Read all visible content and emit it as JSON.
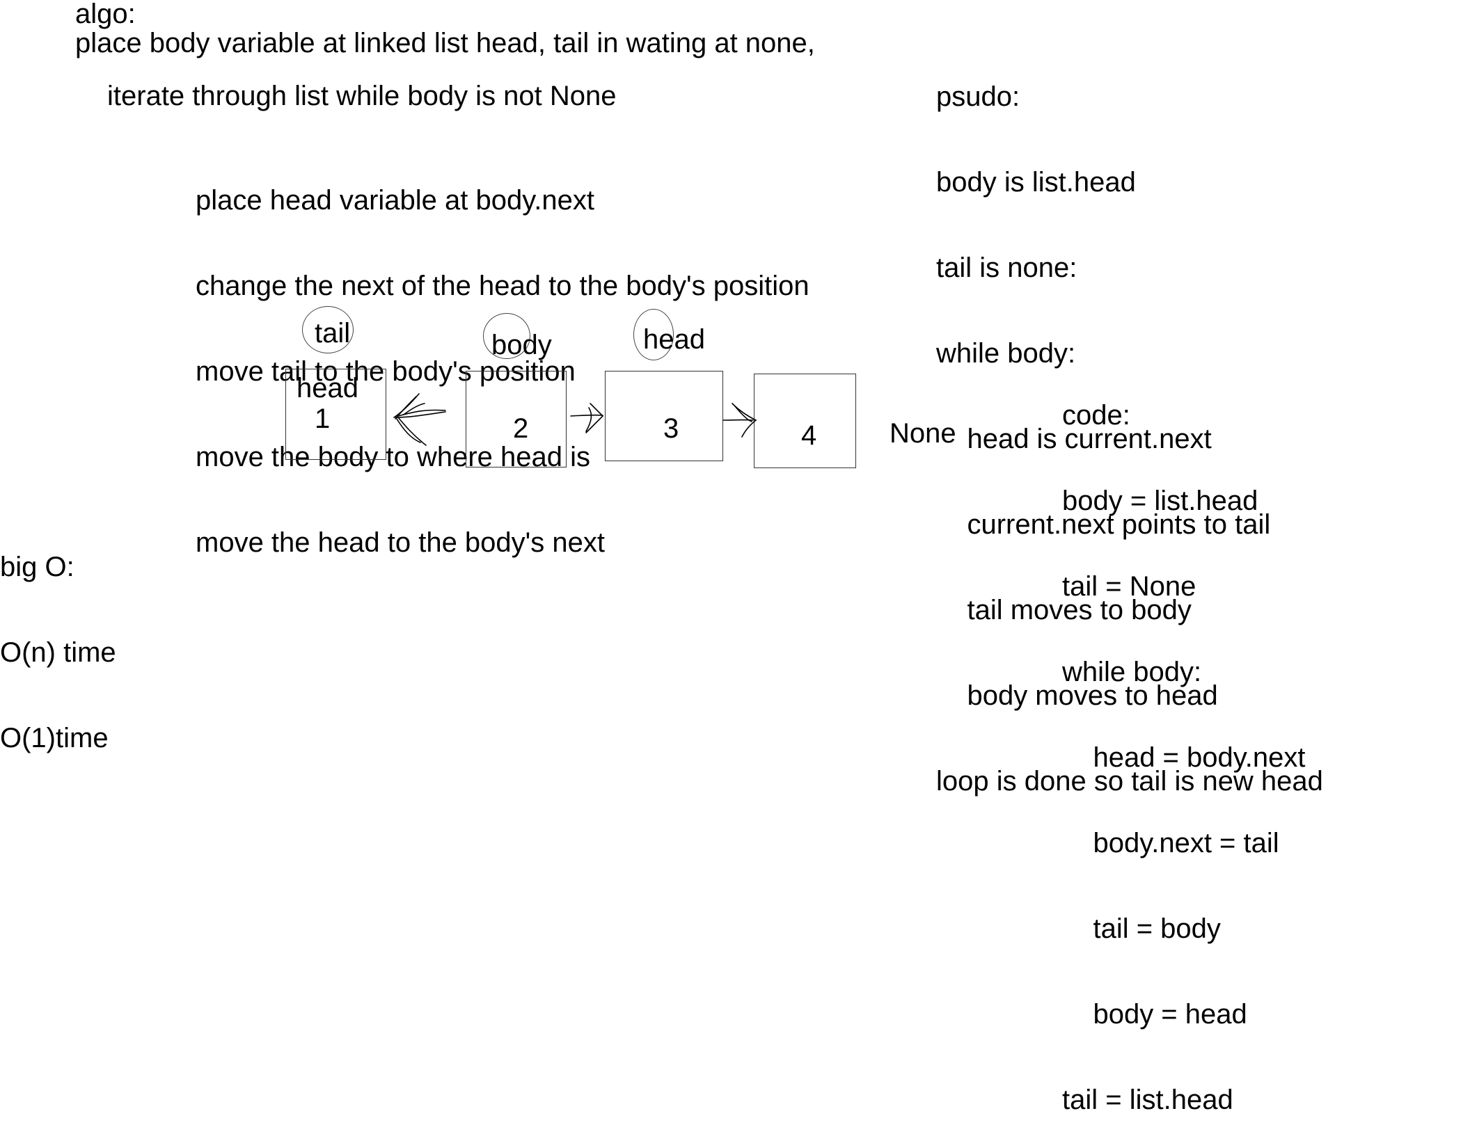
{
  "algo": {
    "title": "algo:",
    "line1": "place body variable at linked list head, tail in wating at none,",
    "line2": "iterate through list while body is not None",
    "steps": [
      "place head variable at body.next",
      "change the next of the head to the body's position",
      "move tail to the body's position",
      "move the body to where head is",
      "move the head to the body's next"
    ]
  },
  "psudo": {
    "title": "psudo:",
    "lines": [
      "body is list.head",
      "tail is none:",
      "while body:",
      "    head is current.next",
      "    current.next points to tail",
      "    tail moves to body",
      "    body moves to head",
      "loop is done so tail is new head"
    ]
  },
  "code": {
    "title": "code:",
    "lines": [
      "body = list.head",
      "tail = None",
      "while body:",
      "    head = body.next",
      "    body.next = tail",
      "    tail = body",
      "    body = head",
      "tail = list.head"
    ]
  },
  "big_o": {
    "title": "big O:",
    "lines": [
      "O(n) time",
      "O(1)time"
    ]
  },
  "diagram": {
    "pointers": {
      "tail": "tail",
      "body": "body",
      "head": "head"
    },
    "nodes": [
      {
        "label": "head",
        "value": "1"
      },
      {
        "label": "",
        "value": "2"
      },
      {
        "label": "",
        "value": "3"
      },
      {
        "label": "",
        "value": "4"
      }
    ],
    "terminal": "None"
  }
}
